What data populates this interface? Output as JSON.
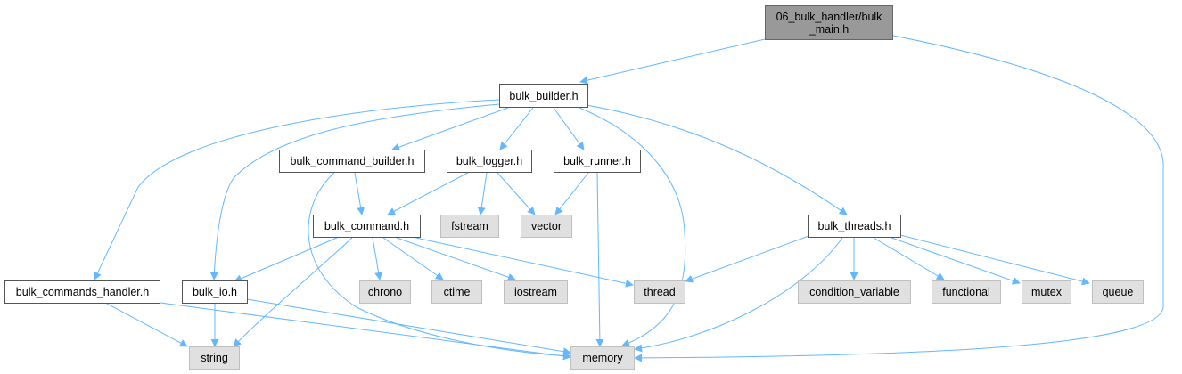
{
  "diagram": {
    "type": "include-dependency-graph",
    "colors": {
      "edge": "#63b8ff",
      "root_fill": "#999999",
      "documented_fill": "#ffffff",
      "external_fill": "#e0e0e0"
    },
    "nodes": {
      "root": "06_bulk_handler/bulk\n_main.h",
      "bulk_builder": "bulk_builder.h",
      "bulk_command_builder": "bulk_command_builder.h",
      "bulk_logger": "bulk_logger.h",
      "bulk_runner": "bulk_runner.h",
      "bulk_command": "bulk_command.h",
      "bulk_threads": "bulk_threads.h",
      "fstream": "fstream",
      "vector": "vector",
      "bulk_commands_handler": "bulk_commands_handler.h",
      "bulk_io": "bulk_io.h",
      "chrono": "chrono",
      "ctime": "ctime",
      "iostream": "iostream",
      "thread": "thread",
      "condition_variable": "condition_variable",
      "functional": "functional",
      "mutex": "mutex",
      "queue": "queue",
      "string": "string",
      "memory": "memory"
    },
    "edges": [
      [
        "root",
        "bulk_builder"
      ],
      [
        "root",
        "memory"
      ],
      [
        "bulk_builder",
        "bulk_command_builder"
      ],
      [
        "bulk_builder",
        "bulk_logger"
      ],
      [
        "bulk_builder",
        "bulk_runner"
      ],
      [
        "bulk_builder",
        "bulk_threads"
      ],
      [
        "bulk_builder",
        "bulk_commands_handler"
      ],
      [
        "bulk_builder",
        "bulk_io"
      ],
      [
        "bulk_builder",
        "memory"
      ],
      [
        "bulk_command_builder",
        "bulk_command"
      ],
      [
        "bulk_command_builder",
        "memory"
      ],
      [
        "bulk_logger",
        "bulk_command"
      ],
      [
        "bulk_logger",
        "fstream"
      ],
      [
        "bulk_logger",
        "vector"
      ],
      [
        "bulk_runner",
        "vector"
      ],
      [
        "bulk_runner",
        "memory"
      ],
      [
        "bulk_command",
        "bulk_io"
      ],
      [
        "bulk_command",
        "string"
      ],
      [
        "bulk_command",
        "chrono"
      ],
      [
        "bulk_command",
        "ctime"
      ],
      [
        "bulk_command",
        "iostream"
      ],
      [
        "bulk_command",
        "thread"
      ],
      [
        "bulk_threads",
        "thread"
      ],
      [
        "bulk_threads",
        "condition_variable"
      ],
      [
        "bulk_threads",
        "functional"
      ],
      [
        "bulk_threads",
        "mutex"
      ],
      [
        "bulk_threads",
        "queue"
      ],
      [
        "bulk_threads",
        "memory"
      ],
      [
        "bulk_commands_handler",
        "string"
      ],
      [
        "bulk_commands_handler",
        "memory"
      ],
      [
        "bulk_io",
        "string"
      ],
      [
        "bulk_io",
        "memory"
      ]
    ]
  }
}
